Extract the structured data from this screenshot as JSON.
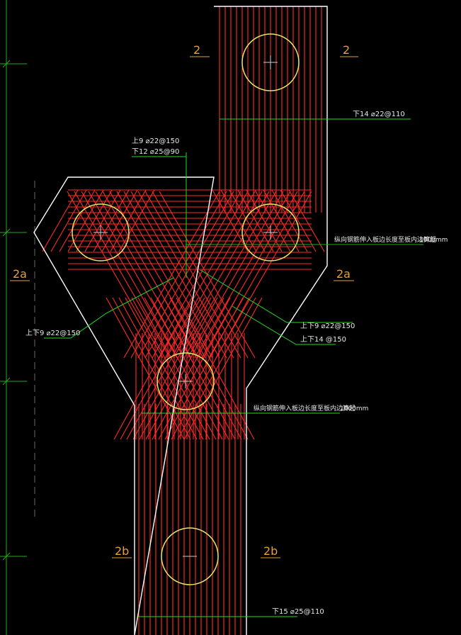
{
  "colors": {
    "background": "#000000",
    "outline": "#ffffff",
    "rebar": "#ff2a2a",
    "pile": "#e8e86a",
    "leader": "#22dd22",
    "section_label": "#e8a030",
    "note_text": "#e8e8e8",
    "dim_line": "#22aa22"
  },
  "section_labels": {
    "top_left": "2",
    "top_right": "2",
    "mid_left": "2a",
    "mid_right": "2a",
    "bottom_left": "2b",
    "bottom_right": "2b"
  },
  "annotations": {
    "top_beam_bottom": "下14 ⌀22@110",
    "center_top_line1": "上9 ⌀22@150",
    "center_top_line2": "下12 ⌀25@90",
    "left_diag": "上下9 ⌀22@150",
    "right_diag_line1": "上下9 ⌀22@150",
    "right_diag_line2": "上下14 @150",
    "anchorage_note_upper": "纵向钢筋伸入板边长度至板内边算起",
    "anchorage_len_upper": "1000mm",
    "anchorage_note_lower": "纵向钢筋伸入板边长度至板内边算起",
    "anchorage_len_lower": "1000mm",
    "bottom_beam_bottom": "下15 ⌀25@110"
  }
}
